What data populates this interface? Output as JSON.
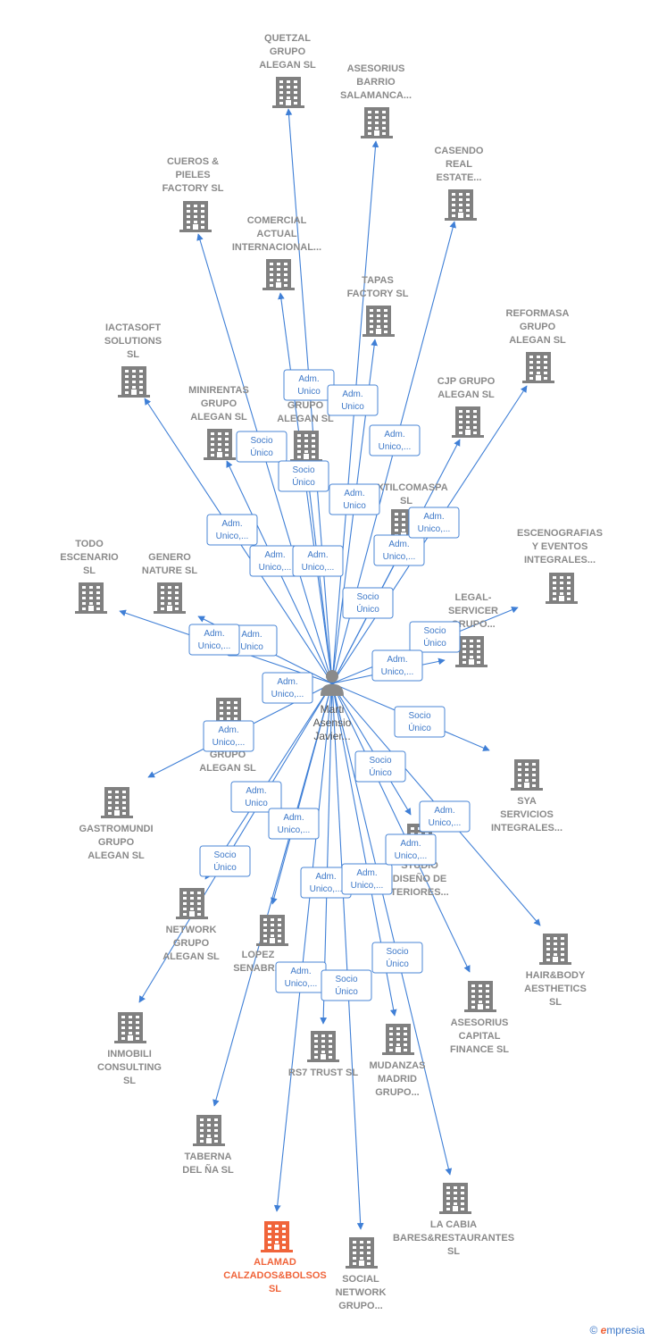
{
  "center": {
    "name_lines": [
      "Marti",
      "Asensio",
      "Javier..."
    ]
  },
  "colors": {
    "edge": "#3f7fd6",
    "building": "#808080",
    "highlight": "#f0643a"
  },
  "nodes": [
    {
      "id": "quetzal",
      "lines": [
        "QUETZAL",
        "GRUPO",
        "ALEGAN  SL"
      ]
    },
    {
      "id": "asesorius-barrio",
      "lines": [
        "ASESORIUS",
        "BARRIO",
        "SALAMANCA..."
      ]
    },
    {
      "id": "casendo",
      "lines": [
        "CASENDO",
        "REAL",
        "ESTATE..."
      ]
    },
    {
      "id": "cueros",
      "lines": [
        "CUEROS &",
        "PIELES",
        "FACTORY  SL"
      ]
    },
    {
      "id": "comercial-actual",
      "lines": [
        "COMERCIAL",
        "ACTUAL",
        "INTERNACIONAL..."
      ]
    },
    {
      "id": "tapas",
      "lines": [
        "TAPAS",
        "FACTORY SL"
      ]
    },
    {
      "id": "reformasa",
      "lines": [
        "REFORMASA",
        "GRUPO",
        "ALEGAN  SL"
      ]
    },
    {
      "id": "iactasoft",
      "lines": [
        "IACTASOFT",
        "SOLUTIONS",
        "SL"
      ]
    },
    {
      "id": "minirentas",
      "lines": [
        "MINIRENTAS",
        "GRUPO",
        "ALEGAN  SL"
      ]
    },
    {
      "id": "todo-grupo",
      "lines": [
        "TODO",
        "GRUPO",
        "ALEGAN  SL"
      ]
    },
    {
      "id": "cjp",
      "lines": [
        "CJP GRUPO",
        "ALEGAN  SL"
      ]
    },
    {
      "id": "textilcomaspa",
      "lines": [
        "TEXTILCOMASPA",
        "SL"
      ]
    },
    {
      "id": "escenografias",
      "lines": [
        "ESCENOGRAFIAS",
        "Y EVENTOS",
        "INTEGRALES..."
      ]
    },
    {
      "id": "todo-escenario",
      "lines": [
        "TODO",
        "ESCENARIO",
        "SL"
      ]
    },
    {
      "id": "genero-nature",
      "lines": [
        "GENERO",
        "NATURE SL"
      ]
    },
    {
      "id": "legal-servicer",
      "lines": [
        "LEGAL-",
        "SERVICER",
        "GRUPO..."
      ]
    },
    {
      "id": "tel-grupo",
      "lines": [
        "TEL      AL",
        "GRUPO",
        "ALEGAN  SL"
      ]
    },
    {
      "id": "sya",
      "lines": [
        "SYA",
        "SERVICIOS",
        "INTEGRALES..."
      ]
    },
    {
      "id": "gastromundi",
      "lines": [
        "GASTROMUNDI",
        "GRUPO",
        "ALEGAN  SL"
      ]
    },
    {
      "id": "estudio-diseno",
      "lines": [
        "STUDIO",
        "DISEÑO DE",
        "TERIORES..."
      ]
    },
    {
      "id": "network",
      "lines": [
        "NETWORK",
        "GRUPO",
        "ALEGAN  SL"
      ]
    },
    {
      "id": "lopez-senabre",
      "lines": [
        "LOPEZ",
        "SENABR..."
      ]
    },
    {
      "id": "hair-body",
      "lines": [
        "HAIR&BODY",
        "AESTHETICS",
        "SL"
      ]
    },
    {
      "id": "asesorius-capital",
      "lines": [
        "ASESORIUS",
        "CAPITAL",
        "FINANCE  SL"
      ]
    },
    {
      "id": "inmobili",
      "lines": [
        "INMOBILI",
        "CONSULTING",
        "SL"
      ]
    },
    {
      "id": "rs7",
      "lines": [
        "RS7 TRUST  SL"
      ]
    },
    {
      "id": "mudanzas",
      "lines": [
        "MUDANZAS",
        "MADRID",
        "GRUPO..."
      ]
    },
    {
      "id": "taberna",
      "lines": [
        "TABERNA",
        "DEL ÑA  SL"
      ]
    },
    {
      "id": "la-cabia",
      "lines": [
        "LA CABIA",
        "BARES&RESTAURANTES",
        "SL"
      ]
    },
    {
      "id": "alamad",
      "lines": [
        "ALAMAD",
        "CALZADOS&BOLSOS",
        "SL"
      ],
      "highlight": true
    },
    {
      "id": "social-network",
      "lines": [
        "SOCIAL",
        "NETWORK",
        "GRUPO..."
      ]
    }
  ],
  "badges": [
    {
      "lines": [
        "Adm.",
        "Unico"
      ]
    },
    {
      "lines": [
        "Adm.",
        "Unico"
      ]
    },
    {
      "lines": [
        "Adm.",
        "Unico,..."
      ]
    },
    {
      "lines": [
        "Socio",
        "Único"
      ]
    },
    {
      "lines": [
        "Socio",
        "Único"
      ]
    },
    {
      "lines": [
        "Adm.",
        "Unico"
      ]
    },
    {
      "lines": [
        "Adm.",
        "Unico,..."
      ]
    },
    {
      "lines": [
        "Adm.",
        "Unico,..."
      ]
    },
    {
      "lines": [
        "Adm.",
        "Unico,..."
      ]
    },
    {
      "lines": [
        "Adm.",
        "Unico,..."
      ]
    },
    {
      "lines": [
        "Adm.",
        "Unico,..."
      ]
    },
    {
      "lines": [
        "Socio",
        "Único"
      ]
    },
    {
      "lines": [
        "Adm.",
        "Unico"
      ]
    },
    {
      "lines": [
        "Adm.",
        "Unico,..."
      ]
    },
    {
      "lines": [
        "Socio",
        "Único"
      ]
    },
    {
      "lines": [
        "Adm.",
        "Unico,..."
      ]
    },
    {
      "lines": [
        "Adm.",
        "Unico,..."
      ]
    },
    {
      "lines": [
        "Adm.",
        "Unico,..."
      ]
    },
    {
      "lines": [
        "Socio",
        "Único"
      ]
    },
    {
      "lines": [
        "Socio",
        "Único"
      ]
    },
    {
      "lines": [
        "Adm.",
        "Unico"
      ]
    },
    {
      "lines": [
        "Adm.",
        "Unico,..."
      ]
    },
    {
      "lines": [
        "Adm.",
        "Unico,..."
      ]
    },
    {
      "lines": [
        "Socio",
        "Único"
      ]
    },
    {
      "lines": [
        "Adm.",
        "Unico,..."
      ]
    },
    {
      "lines": [
        "Adm.",
        "Unico,..."
      ]
    },
    {
      "lines": [
        "Adm.",
        "Unico,..."
      ]
    },
    {
      "lines": [
        "Socio",
        "Único"
      ]
    },
    {
      "lines": [
        "Adm.",
        "Unico,..."
      ]
    },
    {
      "lines": [
        "Socio",
        "Único"
      ]
    }
  ],
  "footer": {
    "copyright": "©",
    "brand_initial": "e",
    "brand_rest": "mpresia"
  }
}
